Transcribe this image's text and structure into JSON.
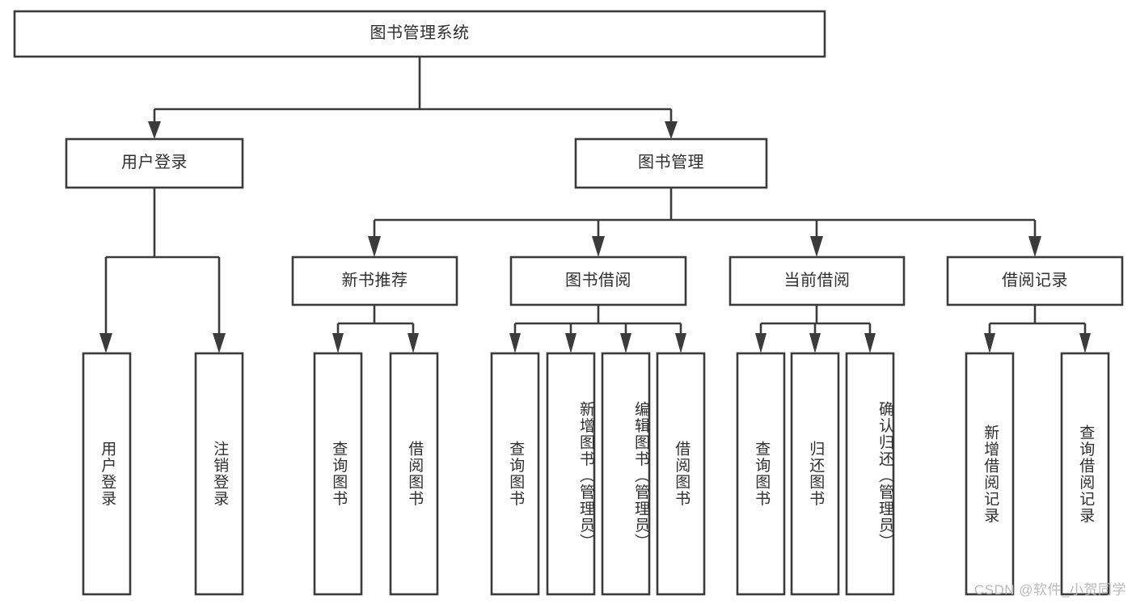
{
  "diagram": {
    "type": "hierarchy-tree",
    "title": "图书管理系统",
    "root": {
      "label": "图书管理系统"
    },
    "level2": [
      {
        "label": "用户登录"
      },
      {
        "label": "图书管理"
      }
    ],
    "level3": [
      {
        "label": "新书推荐"
      },
      {
        "label": "图书借阅"
      },
      {
        "label": "当前借阅"
      },
      {
        "label": "借阅记录"
      }
    ],
    "leaves": {
      "user_login": [
        {
          "label": "用户登录"
        },
        {
          "label": "注销登录"
        }
      ],
      "new_book_recommend": [
        {
          "label": "查询图书"
        },
        {
          "label": "借阅图书"
        }
      ],
      "book_borrow": [
        {
          "label": "查询图书"
        },
        {
          "label": "新增图书（管理员）"
        },
        {
          "label": "编辑图书（管理员）"
        },
        {
          "label": "借阅图书"
        }
      ],
      "current_borrow": [
        {
          "label": "查询图书"
        },
        {
          "label": "归还图书"
        },
        {
          "label": "确认归还（管理员）"
        }
      ],
      "borrow_record": [
        {
          "label": "新增借阅记录"
        },
        {
          "label": "查询借阅记录"
        }
      ]
    }
  },
  "watermark": {
    "text": "CSDN @软件_小贺同学"
  },
  "colors": {
    "stroke": "#3b3b3b",
    "box_fill": "#ffffff",
    "text": "#2f2f2f",
    "watermark": "#b9b9b9",
    "background": "#ffffff"
  }
}
